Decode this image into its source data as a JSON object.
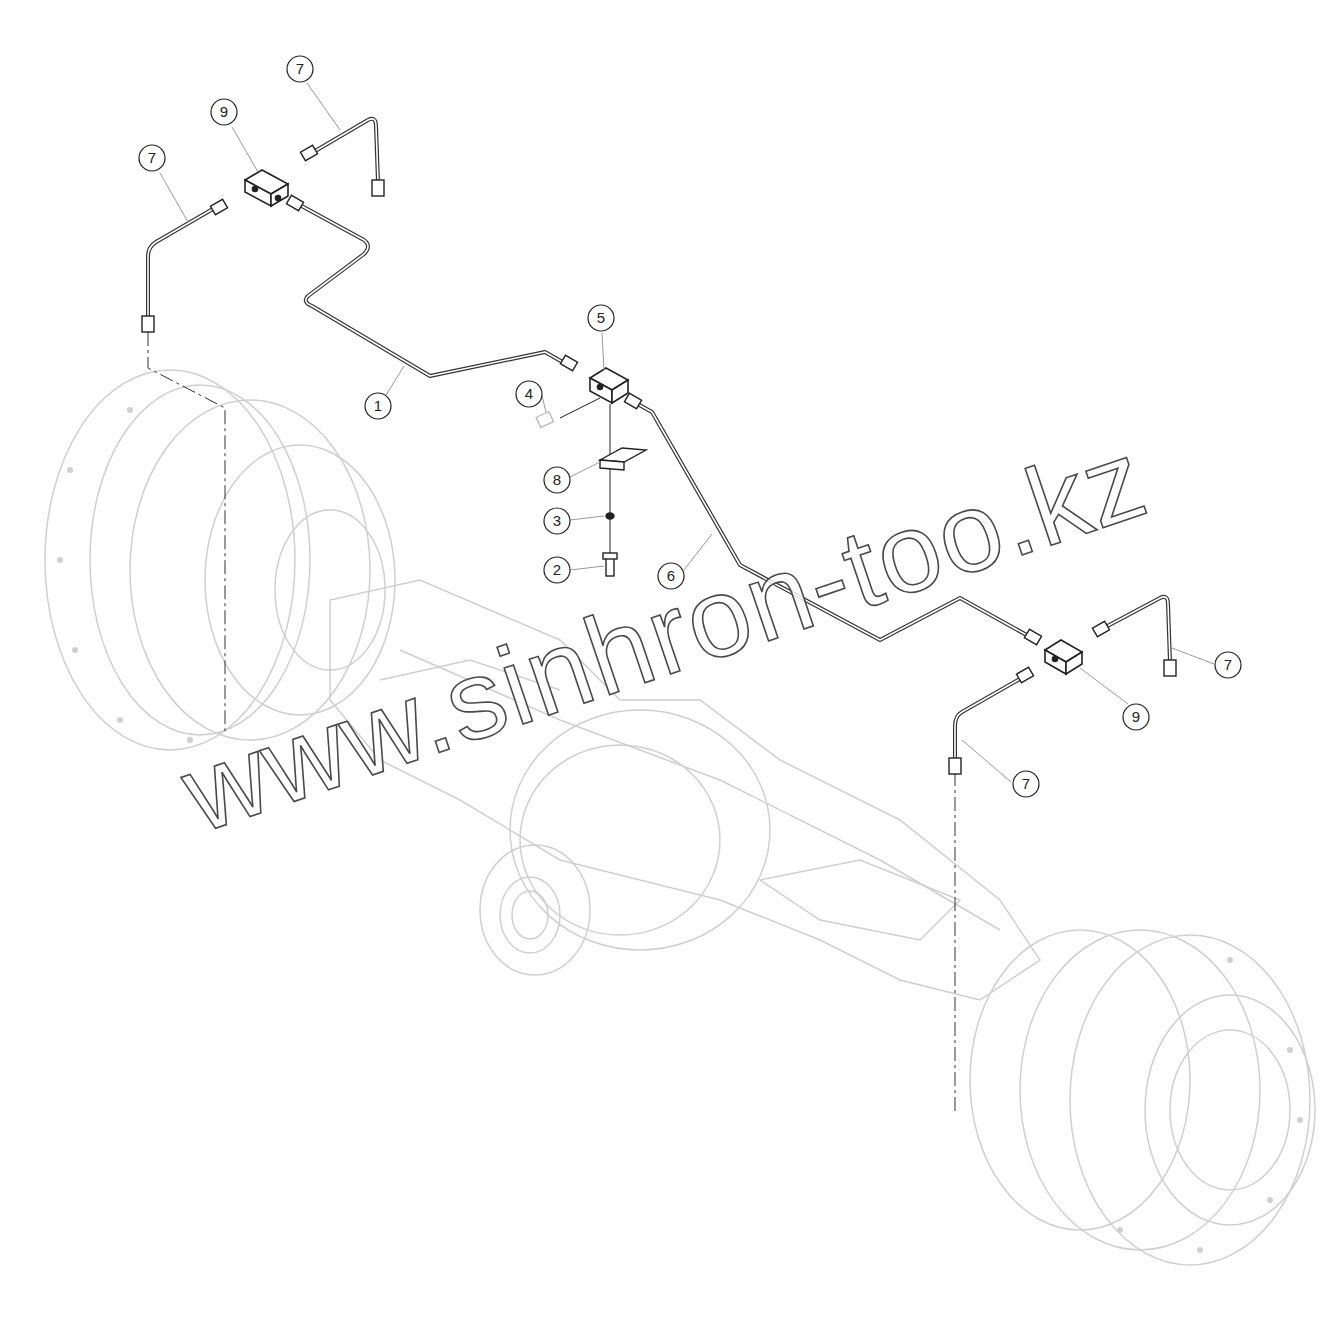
{
  "diagram": {
    "labels": [
      "7",
      "9",
      "7",
      "5",
      "4",
      "1",
      "8",
      "3",
      "2",
      "6",
      "7",
      "9",
      "7",
      "www.sinhron-too.kz"
    ]
  }
}
